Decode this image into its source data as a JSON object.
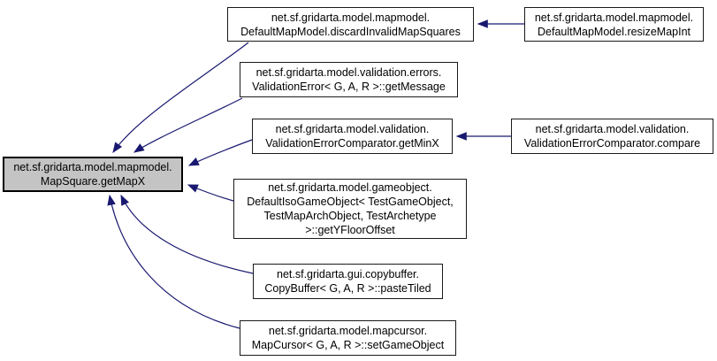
{
  "diagram": {
    "type": "caller-graph",
    "edge_color": "#191970",
    "node_fill": "#ffffff",
    "focus_node_fill": "#c4c4c4"
  },
  "nodes": {
    "get_map_x": {
      "line1": "net.sf.gridarta.model.mapmodel.",
      "line2": "MapSquare.getMapX"
    },
    "discard_invalid_map_squares": {
      "line1": "net.sf.gridarta.model.mapmodel.",
      "line2": "DefaultMapModel.discardInvalidMapSquares"
    },
    "resize_map_int": {
      "line1": "net.sf.gridarta.model.mapmodel.",
      "line2": "DefaultMapModel.resizeMapInt"
    },
    "get_message": {
      "line1": "net.sf.gridarta.model.validation.errors.",
      "line2": "ValidationError< G, A, R >::getMessage"
    },
    "get_min_x": {
      "line1": "net.sf.gridarta.model.validation.",
      "line2": "ValidationErrorComparator.getMinX"
    },
    "compare": {
      "line1": "net.sf.gridarta.model.validation.",
      "line2": "ValidationErrorComparator.compare"
    },
    "get_y_floor_offset": {
      "line1": "net.sf.gridarta.model.gameobject.",
      "line2": "DefaultIsoGameObject< TestGameObject,",
      "line3": "TestMapArchObject, TestArchetype",
      "line4": ">::getYFloorOffset"
    },
    "paste_tiled": {
      "line1": "net.sf.gridarta.gui.copybuffer.",
      "line2": "CopyBuffer< G, A, R >::pasteTiled"
    },
    "set_game_object": {
      "line1": "net.sf.gridarta.model.mapcursor.",
      "line2": "MapCursor< G, A, R >::setGameObject"
    }
  }
}
